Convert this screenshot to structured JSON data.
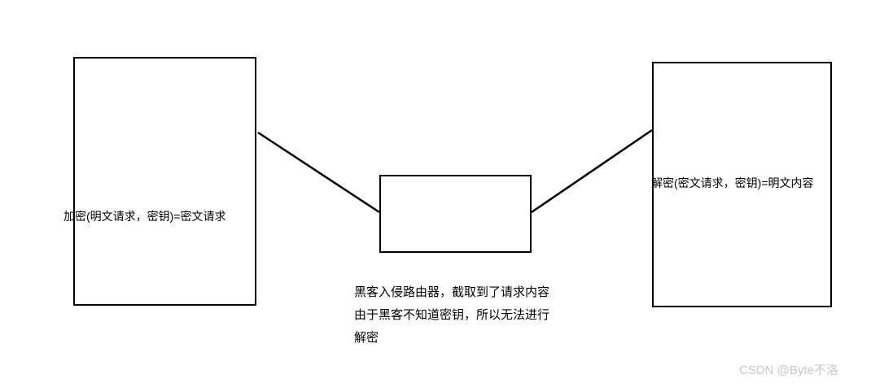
{
  "diagram": {
    "encrypt_label": "加密(明文请求，密钥)=密文请求",
    "decrypt_label": "解密(密文请求，密钥)=明文内容",
    "caption": {
      "line1": "黑客入侵路由器，截取到了请求内容",
      "line2": "由于黑客不知道密钥，所以无法进行",
      "line3": "解密"
    }
  },
  "watermark": "CSDN @Byte不洛",
  "colors": {
    "background": "#ffffff",
    "box_border": "#000000",
    "line": "#000000",
    "text": "#000000",
    "watermark": "#c8c8c8"
  }
}
